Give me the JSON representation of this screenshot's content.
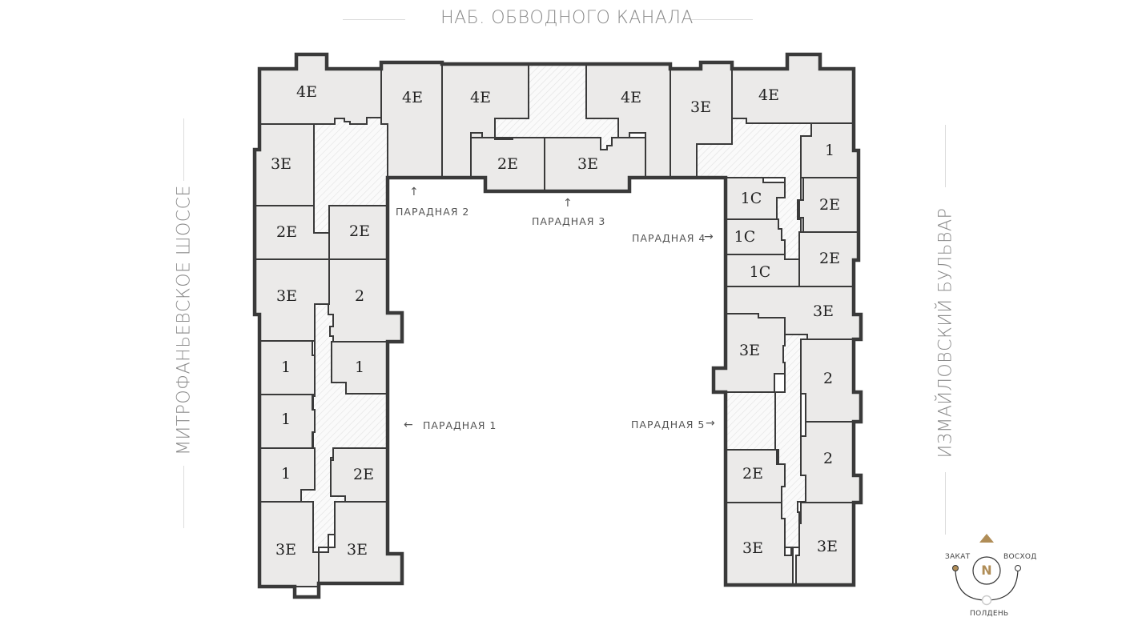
{
  "streets": {
    "top": "НАБ. ОБВОДНОГО КАНАЛА",
    "left": "МИТРОФАНЬЕВСКОЕ ШОССЕ",
    "right": "ИЗМАЙЛОВСКИЙ БУЛЬВАР"
  },
  "entrances": [
    {
      "label": "ПАРАДНАЯ 1",
      "arrow": "←"
    },
    {
      "label": "ПАРАДНАЯ 2",
      "arrow": "↑"
    },
    {
      "label": "ПАРАДНАЯ 3",
      "arrow": "↑"
    },
    {
      "label": "ПАРАДНАЯ 4",
      "arrow": "→"
    },
    {
      "label": "ПАРАДНАЯ 5",
      "arrow": "→"
    }
  ],
  "apartments": [
    {
      "id": "a1",
      "type": "4Е",
      "wing": "north-west"
    },
    {
      "id": "a2",
      "type": "4Е",
      "wing": "north"
    },
    {
      "id": "a3",
      "type": "4Е",
      "wing": "north"
    },
    {
      "id": "a4",
      "type": "4Е",
      "wing": "north"
    },
    {
      "id": "a5",
      "type": "3Е",
      "wing": "north"
    },
    {
      "id": "a6",
      "type": "4Е",
      "wing": "north-east"
    },
    {
      "id": "a7",
      "type": "2Е",
      "wing": "north"
    },
    {
      "id": "a8",
      "type": "3Е",
      "wing": "north"
    },
    {
      "id": "a9",
      "type": "3Е",
      "wing": "west"
    },
    {
      "id": "a10",
      "type": "2Е",
      "wing": "west"
    },
    {
      "id": "a11",
      "type": "2Е",
      "wing": "west"
    },
    {
      "id": "a12",
      "type": "3Е",
      "wing": "west"
    },
    {
      "id": "a13",
      "type": "2",
      "wing": "west"
    },
    {
      "id": "a14",
      "type": "1",
      "wing": "west"
    },
    {
      "id": "a15",
      "type": "1",
      "wing": "west"
    },
    {
      "id": "a16",
      "type": "1",
      "wing": "west"
    },
    {
      "id": "a17",
      "type": "1",
      "wing": "west"
    },
    {
      "id": "a18",
      "type": "2Е",
      "wing": "west"
    },
    {
      "id": "a19",
      "type": "3Е",
      "wing": "west"
    },
    {
      "id": "a20",
      "type": "3Е",
      "wing": "west"
    },
    {
      "id": "a21",
      "type": "1",
      "wing": "east"
    },
    {
      "id": "a22",
      "type": "1С",
      "wing": "east"
    },
    {
      "id": "a23",
      "type": "2Е",
      "wing": "east"
    },
    {
      "id": "a24",
      "type": "1С",
      "wing": "east"
    },
    {
      "id": "a25",
      "type": "2Е",
      "wing": "east"
    },
    {
      "id": "a26",
      "type": "1С",
      "wing": "east"
    },
    {
      "id": "a27",
      "type": "3Е",
      "wing": "east"
    },
    {
      "id": "a28",
      "type": "3Е",
      "wing": "east"
    },
    {
      "id": "a29",
      "type": "2",
      "wing": "east"
    },
    {
      "id": "a30",
      "type": "2",
      "wing": "east"
    },
    {
      "id": "a31",
      "type": "2Е",
      "wing": "east"
    },
    {
      "id": "a32",
      "type": "3Е",
      "wing": "east"
    },
    {
      "id": "a33",
      "type": "3Е",
      "wing": "east"
    }
  ],
  "compass": {
    "north": "N",
    "west": "ЗАКАТ",
    "east": "ВОСХОД",
    "south": "ПОЛДЕНЬ",
    "accent_color": "#b08d57"
  },
  "colors": {
    "apartment_fill": "#ebeae9",
    "wall": "#3a3a3a",
    "street_text": "#8a8a8a"
  }
}
